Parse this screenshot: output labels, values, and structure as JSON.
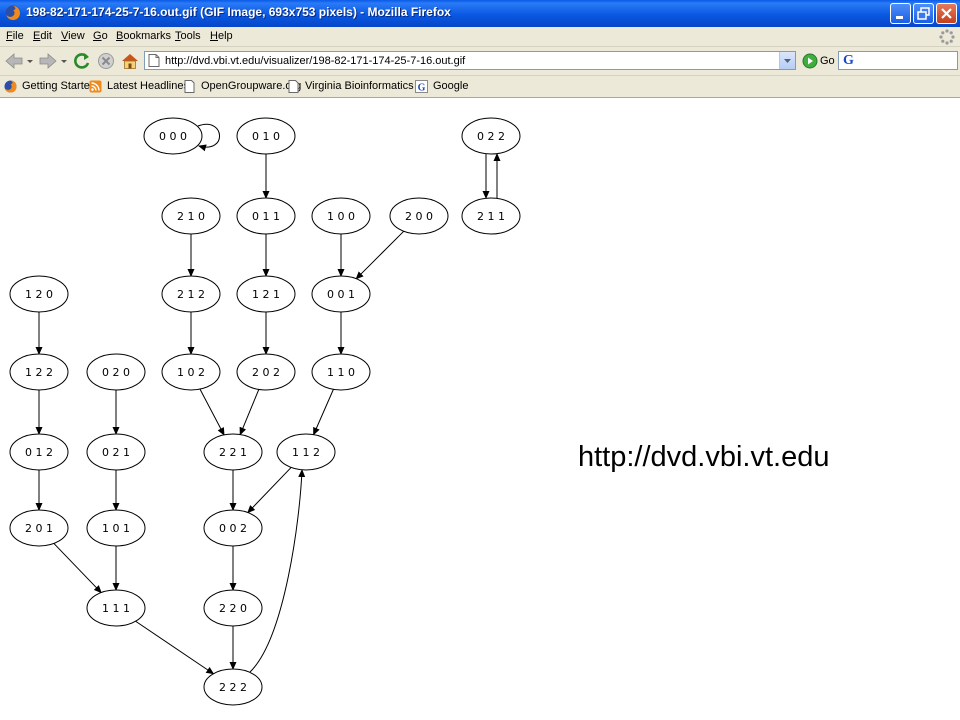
{
  "window": {
    "title": "198-82-171-174-25-7-16.out.gif (GIF Image, 693x753 pixels) - Mozilla Firefox"
  },
  "menu": [
    {
      "key": "F",
      "rest": "ile"
    },
    {
      "key": "E",
      "rest": "dit"
    },
    {
      "key": "V",
      "rest": "iew"
    },
    {
      "key": "G",
      "rest": "o"
    },
    {
      "key": "B",
      "rest": "ookmarks"
    },
    {
      "key": "T",
      "rest": "ools"
    },
    {
      "key": "H",
      "rest": "elp"
    }
  ],
  "nav": {
    "url": "http://dvd.vbi.vt.edu/visualizer/198-82-171-174-25-7-16.out.gif",
    "go_label": "Go",
    "search_value": ""
  },
  "bookmarks": [
    {
      "label": "Getting Started",
      "icon": "firefox-icon"
    },
    {
      "label": "Latest Headlines",
      "icon": "rss-feed-icon"
    },
    {
      "label": "OpenGroupware.org",
      "icon": "page-icon"
    },
    {
      "label": "Virginia Bioinformatics ...",
      "icon": "page-icon"
    },
    {
      "label": "Google",
      "icon": "google-icon"
    }
  ],
  "graph": {
    "nodes": [
      "0 0 0",
      "0 1 0",
      "0 2 2",
      "2 1 0",
      "0 1 1",
      "1 0 0",
      "2 0 0",
      "2 1 1",
      "1 2 0",
      "2 1 2",
      "1 2 1",
      "0 0 1",
      "1 2 2",
      "0 2 0",
      "1 0 2",
      "2 0 2",
      "1 1 0",
      "0 1 2",
      "0 2 1",
      "2 2 1",
      "1 1 2",
      "2 0 1",
      "1 0 1",
      "0 0 2",
      "1 1 1",
      "2 2 0",
      "2 2 2"
    ]
  },
  "caption": "http://dvd.vbi.vt.edu",
  "colors": {
    "titlebar": "#0a58e2",
    "chrome": "#ece9d8",
    "close_button": "#c4401c"
  }
}
